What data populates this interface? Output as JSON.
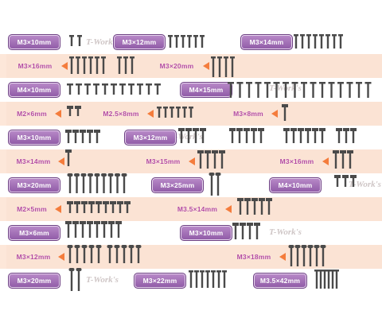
{
  "watermark": "T-Work's",
  "colors": {
    "band": "#fbe3d4",
    "label": "#8f5aa6",
    "arrow": "#f47c3c",
    "screw": "#4a4a4a"
  },
  "rows": [
    {
      "labels": [
        "M3×10mm",
        "M3×12mm",
        "M3×14mm"
      ]
    },
    {
      "labels": [
        "M3×16mm",
        "M3×20mm"
      ]
    },
    {
      "labels": [
        "M4×10mm",
        "M4×15mm"
      ]
    },
    {
      "labels": [
        "M2×6mm",
        "M2.5×8mm",
        "M3×8mm"
      ]
    },
    {
      "labels": [
        "M3×10mm",
        "M3×12mm"
      ]
    },
    {
      "labels": [
        "M3×14mm",
        "M3×15mm",
        "M3×16mm"
      ]
    },
    {
      "labels": [
        "M3×20mm",
        "M3×25mm",
        "M4×10mm"
      ]
    },
    {
      "labels": [
        "M2×5mm",
        "M3.5×14mm"
      ]
    },
    {
      "labels": [
        "M3×6mm",
        "M3×10mm"
      ]
    },
    {
      "labels": [
        "M3×12mm",
        "M3×18mm"
      ]
    },
    {
      "labels": [
        "M3×20mm",
        "M3×22mm",
        "M3.5×42mm"
      ]
    }
  ]
}
